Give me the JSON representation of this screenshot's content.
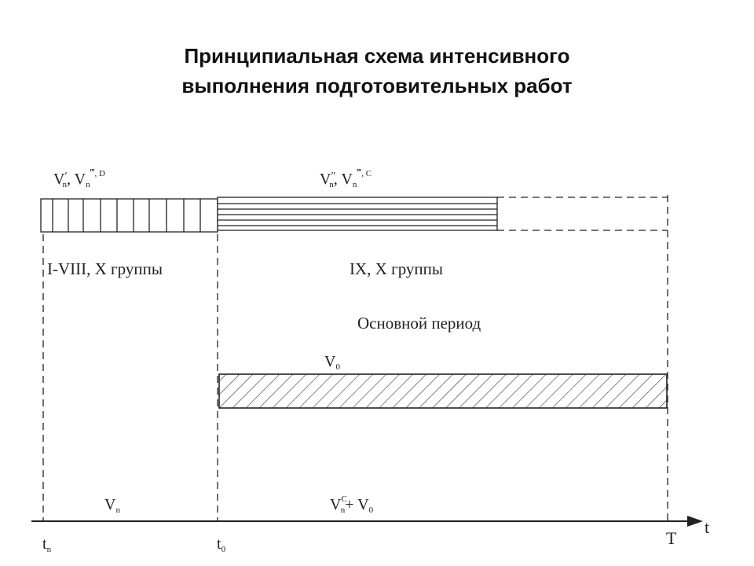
{
  "title": {
    "line1": "Принципиальная схема интенсивного",
    "line2": "выполнения подготовительных работ"
  },
  "labels": {
    "top_left": {
      "base1": "V",
      "sub1": "n",
      "mark1": "′",
      "sep": ", ",
      "base2": "V",
      "sub2": "n",
      "mark2": "‴",
      "sup2": ", D"
    },
    "top_mid": {
      "base1": "V",
      "sub1": "n",
      "mark1": "″",
      "sep": ", ",
      "base2": "V",
      "sub2": "n",
      "mark2": "‴",
      "sup2": ", C"
    },
    "groups_left": "I-VIII, X группы",
    "groups_right": "IX, X группы",
    "main_period": "Основной период",
    "vo": {
      "base": "V",
      "sub": "0"
    },
    "vn_bottom": {
      "base": "V",
      "sub": "n"
    },
    "vnc_vo": {
      "base1": "V",
      "sub1": "n",
      "sup1": "C",
      "plus": "+ ",
      "base2": "V",
      "sub2": "0"
    },
    "tn": {
      "base": "t",
      "sub": "n"
    },
    "t0": {
      "base": "t",
      "sub": "0"
    },
    "T": "T",
    "t_axis": "t"
  },
  "colors": {
    "ink": "#222222",
    "background": "#ffffff"
  }
}
